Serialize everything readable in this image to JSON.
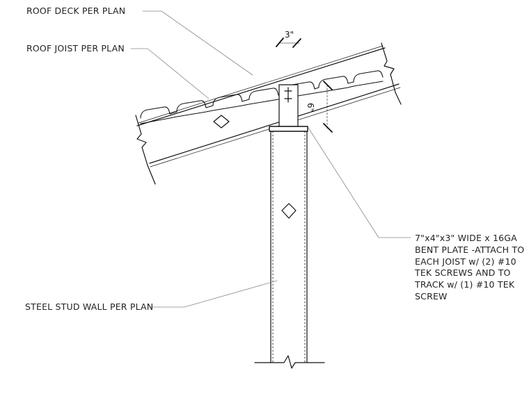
{
  "labels": {
    "roof_deck": "ROOF DECK PER PLAN",
    "roof_joist": "ROOF JOIST PER PLAN",
    "steel_stud_wall": "STEEL STUD WALL PER PLAN",
    "bent_plate_note": "7\"x4\"x3\" WIDE x 16GA BENT PLATE -ATTACH TO EACH JOIST w/ (2) #10 TEK SCREWS AND TO TRACK w/ (1) #10 TEK SCREW"
  },
  "dimensions": {
    "plate_width": "3\"",
    "plate_height": "6\""
  }
}
